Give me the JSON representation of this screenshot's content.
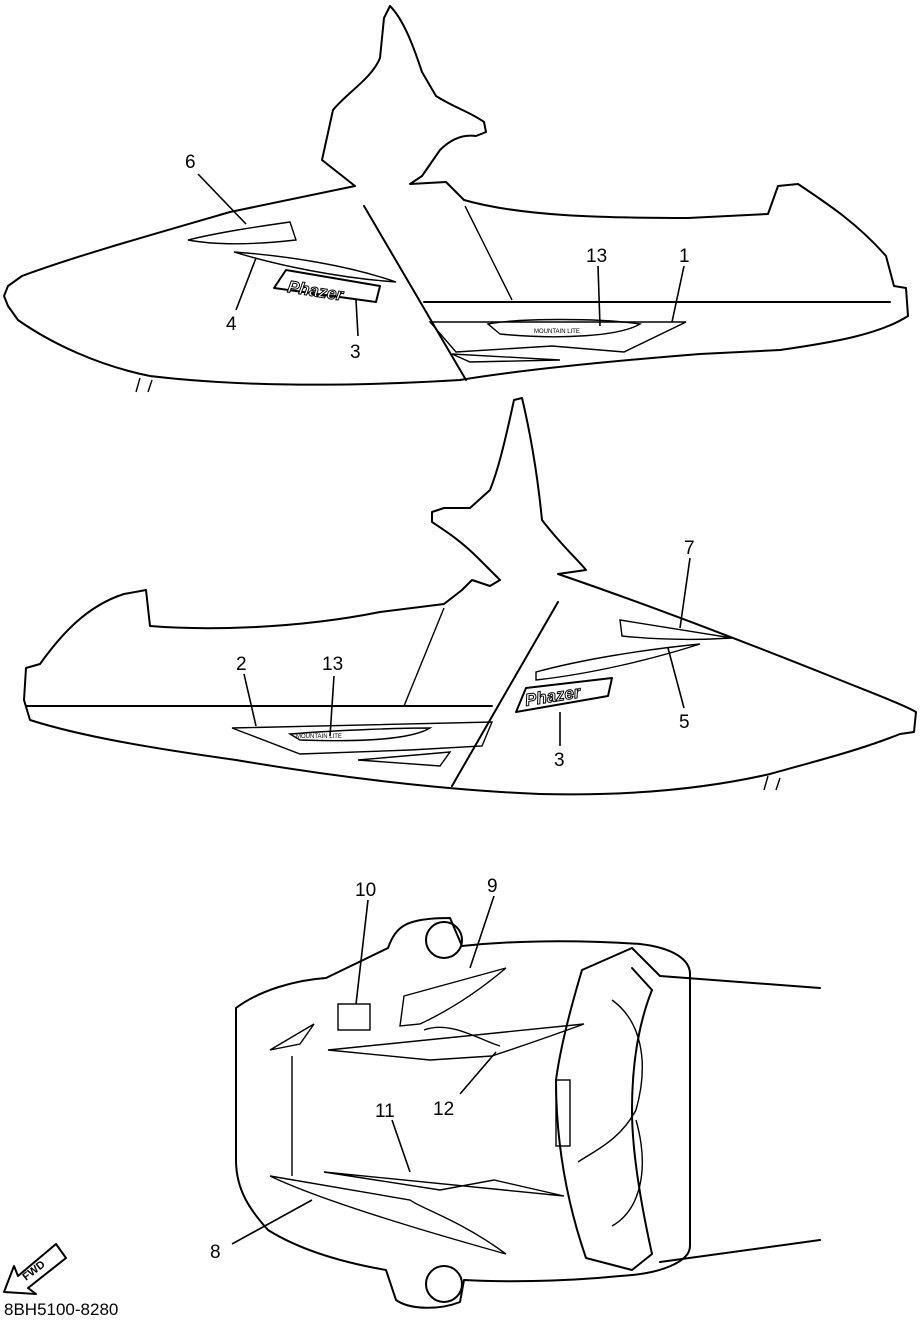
{
  "callouts": {
    "top_left_side": {
      "c6": "6",
      "c4": "4",
      "c3": "3",
      "c13": "13",
      "c1": "1"
    },
    "middle_right_side": {
      "c7": "7",
      "c2": "2",
      "c13": "13",
      "c5": "5",
      "c3": "3"
    },
    "bottom_top_view": {
      "c10": "10",
      "c9": "9",
      "c12": "12",
      "c11": "11",
      "c8": "8"
    }
  },
  "decal_text": {
    "logo": "Phazer",
    "stripe_text": "MOUNTAIN LITE"
  },
  "fwd_label": "FWD",
  "reference_code": "8BH5100-8280"
}
